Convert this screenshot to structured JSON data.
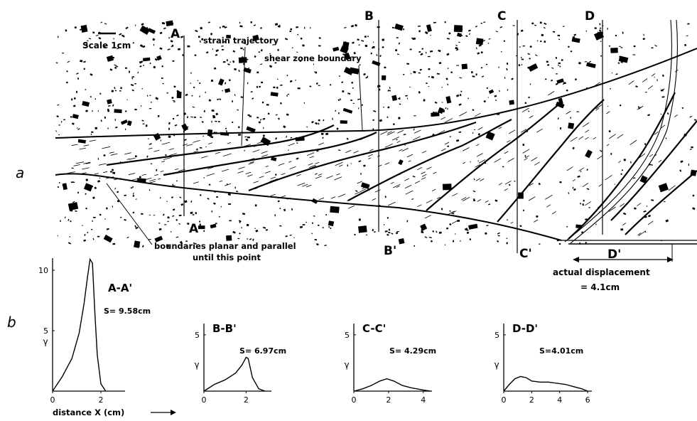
{
  "panel_a": {
    "letter": "a",
    "scale_label": "Scale 1cm",
    "labels": {
      "strain_trajectory": "strain trajectory",
      "shear_zone_boundary": "shear zone boundary",
      "boundaries_note_line1": "boundaries planar and parallel",
      "boundaries_note_line2": "until this point",
      "actual_displacement": "actual displacement",
      "displacement_value": "= 4.1cm"
    },
    "sections": [
      {
        "top": "A",
        "bottom": "A'"
      },
      {
        "top": "B",
        "bottom": "B'"
      },
      {
        "top": "C",
        "bottom": "C'"
      },
      {
        "top": "D",
        "bottom": "D'"
      }
    ]
  },
  "panel_b": {
    "letter": "b",
    "xlabel": "distance X (cm)",
    "ylabel_symbol": "γ"
  },
  "chart_data": [
    {
      "type": "line",
      "title": "A-A'",
      "annotation": "S= 9.58cm",
      "xlabel": "distance X (cm)",
      "ylabel": "γ",
      "xticks": [
        "0",
        "2"
      ],
      "yticks": [
        "5",
        "10"
      ],
      "xlim": [
        0,
        3
      ],
      "ylim": [
        0,
        11
      ],
      "x": [
        0,
        0.4,
        0.8,
        1.1,
        1.3,
        1.45,
        1.55,
        1.65,
        1.75,
        1.85,
        2.0,
        2.2
      ],
      "y": [
        0,
        1.2,
        2.7,
        4.8,
        7.2,
        9.5,
        10.9,
        10.6,
        6.5,
        3.0,
        0.6,
        0
      ]
    },
    {
      "type": "line",
      "title": "B-B'",
      "annotation": "S= 6.97cm",
      "ylabel": "γ",
      "xticks": [
        "0",
        "2"
      ],
      "yticks": [
        "5"
      ],
      "xlim": [
        0,
        3.2
      ],
      "ylim": [
        0,
        6
      ],
      "x": [
        0,
        0.5,
        1.0,
        1.5,
        1.8,
        2.0,
        2.1,
        2.3,
        2.6,
        2.9
      ],
      "y": [
        0,
        0.6,
        1.0,
        1.6,
        2.3,
        3.0,
        2.9,
        1.2,
        0.2,
        0
      ]
    },
    {
      "type": "line",
      "title": "C-C'",
      "annotation": "S= 4.29cm",
      "ylabel": "γ",
      "xticks": [
        "0",
        "2",
        "4"
      ],
      "yticks": [
        "5"
      ],
      "xlim": [
        0,
        4.5
      ],
      "ylim": [
        0,
        6
      ],
      "x": [
        0,
        0.5,
        1.0,
        1.5,
        1.9,
        2.3,
        2.8,
        3.3,
        4.0,
        4.4
      ],
      "y": [
        0,
        0.2,
        0.5,
        0.9,
        1.1,
        0.9,
        0.5,
        0.3,
        0.1,
        0
      ]
    },
    {
      "type": "line",
      "title": "D-D'",
      "annotation": "S=4.01cm",
      "ylabel": "γ",
      "xticks": [
        "0",
        "2",
        "4",
        "6"
      ],
      "yticks": [
        "5"
      ],
      "xlim": [
        0,
        6.3
      ],
      "ylim": [
        0,
        6
      ],
      "x": [
        0,
        0.4,
        0.8,
        1.2,
        1.6,
        2.0,
        2.6,
        3.2,
        3.8,
        4.4,
        5.0,
        5.6,
        6.0
      ],
      "y": [
        0,
        0.6,
        1.1,
        1.3,
        1.2,
        0.9,
        0.8,
        0.8,
        0.7,
        0.6,
        0.4,
        0.2,
        0
      ]
    }
  ]
}
